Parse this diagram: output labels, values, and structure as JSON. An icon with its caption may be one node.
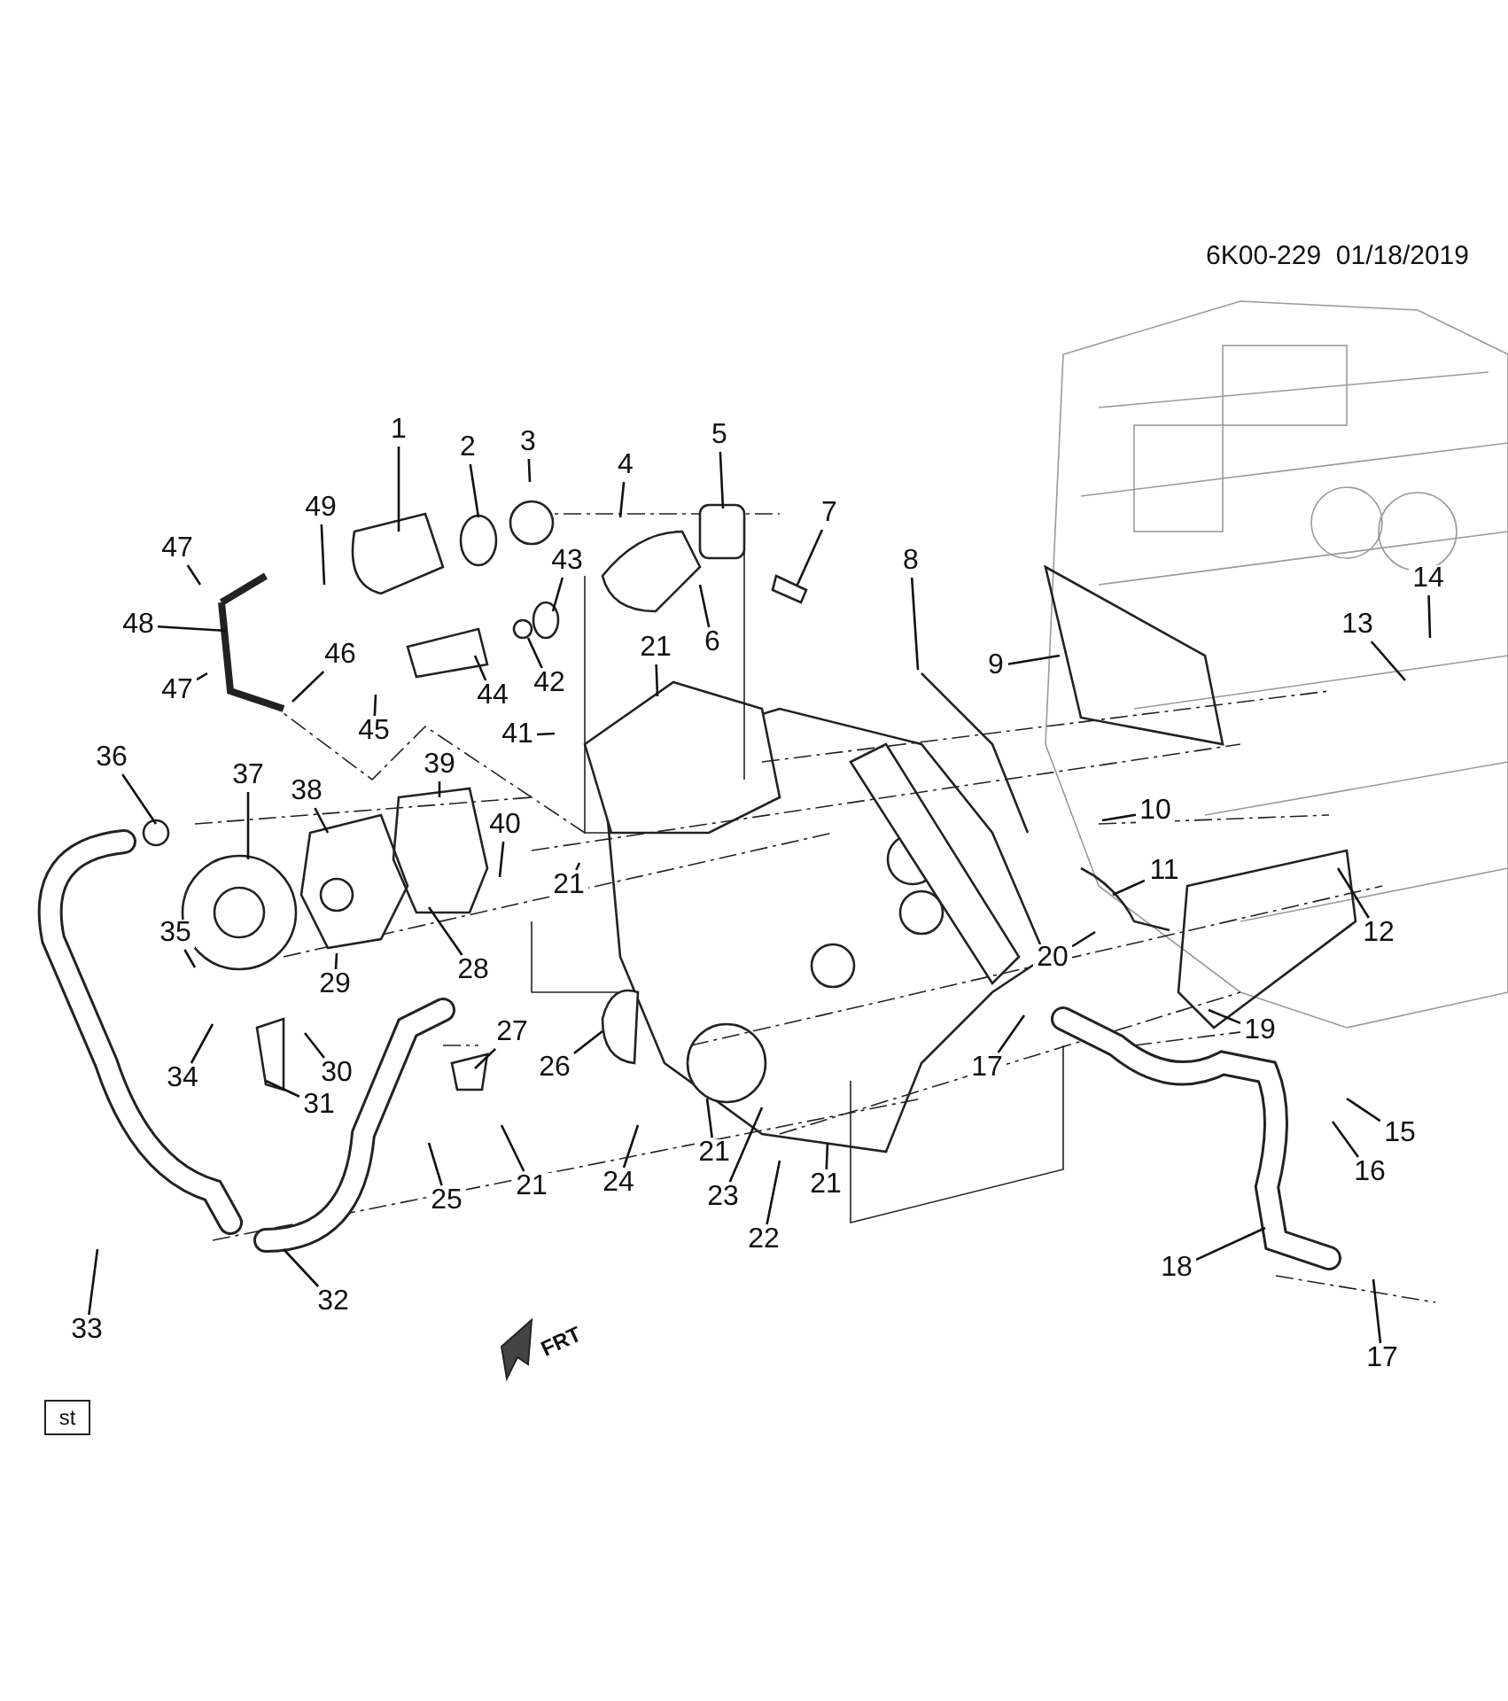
{
  "diagram": {
    "nodes": [
      {
        "text": [
          "1"
        ]
      },
      {
        "text": [
          "2"
        ]
      },
      {
        "text": [
          "3"
        ]
      },
      {
        "text": [
          "4"
        ]
      },
      {
        "text": [
          "5"
        ]
      },
      {
        "text": [
          "6"
        ]
      },
      {
        "text": [
          "7"
        ]
      },
      {
        "text": [
          "8"
        ]
      },
      {
        "text": [
          "9"
        ]
      },
      {
        "text": [
          "10"
        ]
      },
      {
        "text": [
          "11"
        ]
      },
      {
        "text": [
          "12"
        ]
      },
      {
        "text": [
          "13"
        ]
      },
      {
        "text": [
          "14"
        ]
      },
      {
        "text": [
          "15"
        ]
      },
      {
        "text": [
          "16"
        ]
      },
      {
        "text": [
          "17"
        ]
      },
      {
        "text": [
          "17"
        ]
      },
      {
        "text": [
          "18"
        ]
      },
      {
        "text": [
          "19"
        ]
      },
      {
        "text": [
          "20"
        ]
      },
      {
        "text": [
          "21"
        ]
      },
      {
        "text": [
          "21"
        ]
      },
      {
        "text": [
          "21"
        ]
      },
      {
        "text": [
          "21"
        ]
      },
      {
        "text": [
          "21"
        ]
      },
      {
        "text": [
          "22"
        ]
      },
      {
        "text": [
          "23"
        ]
      },
      {
        "text": [
          "24"
        ]
      },
      {
        "text": [
          "25"
        ]
      },
      {
        "text": [
          "26"
        ]
      },
      {
        "text": [
          "27"
        ]
      },
      {
        "text": [
          "28"
        ]
      },
      {
        "text": [
          "29"
        ]
      },
      {
        "text": [
          "30"
        ]
      },
      {
        "text": [
          "31"
        ]
      },
      {
        "text": [
          "32"
        ]
      },
      {
        "text": [
          "33"
        ]
      },
      {
        "text": [
          "34"
        ]
      },
      {
        "text": [
          "35"
        ]
      },
      {
        "text": [
          "36"
        ]
      },
      {
        "text": [
          "37"
        ]
      },
      {
        "text": [
          "38"
        ]
      },
      {
        "text": [
          "39"
        ]
      },
      {
        "text": [
          "40"
        ]
      },
      {
        "text": [
          "41"
        ]
      },
      {
        "text": [
          "42"
        ]
      },
      {
        "text": [
          "43"
        ]
      },
      {
        "text": [
          "44"
        ]
      },
      {
        "text": [
          "45"
        ]
      },
      {
        "text": [
          "46"
        ]
      },
      {
        "text": [
          "47"
        ]
      },
      {
        "text": [
          "47"
        ]
      },
      {
        "text": [
          "48"
        ]
      },
      {
        "text": [
          "49"
        ]
      }
    ],
    "edges": [
      {
        "from": 0,
        "to": null,
        "arrow": "none"
      },
      {
        "from": 1,
        "to": null,
        "arrow": "none"
      },
      {
        "from": 2,
        "to": null,
        "arrow": "none"
      },
      {
        "from": 3,
        "to": null,
        "arrow": "none"
      },
      {
        "from": 4,
        "to": null,
        "arrow": "none"
      },
      {
        "from": 5,
        "to": null,
        "arrow": "none"
      },
      {
        "from": 6,
        "to": null,
        "arrow": "none"
      },
      {
        "from": 7,
        "to": null,
        "arrow": "none"
      },
      {
        "from": 8,
        "to": null,
        "arrow": "none"
      },
      {
        "from": 9,
        "to": null,
        "arrow": "none"
      },
      {
        "from": 10,
        "to": null,
        "arrow": "none"
      },
      {
        "from": 11,
        "to": null,
        "arrow": "none"
      },
      {
        "from": 12,
        "to": null,
        "arrow": "none"
      },
      {
        "from": 13,
        "to": null,
        "arrow": "none"
      },
      {
        "from": 14,
        "to": null,
        "arrow": "none"
      },
      {
        "from": 15,
        "to": null,
        "arrow": "none"
      },
      {
        "from": 16,
        "to": null,
        "arrow": "none"
      },
      {
        "from": 17,
        "to": null,
        "arrow": "none"
      },
      {
        "from": 18,
        "to": null,
        "arrow": "none"
      },
      {
        "from": 19,
        "to": null,
        "arrow": "none"
      },
      {
        "from": 20,
        "to": null,
        "arrow": "none"
      },
      {
        "from": 21,
        "to": null,
        "arrow": "none"
      },
      {
        "from": 22,
        "to": null,
        "arrow": "none"
      },
      {
        "from": 23,
        "to": null,
        "arrow": "none"
      },
      {
        "from": 24,
        "to": null,
        "arrow": "none"
      },
      {
        "from": 25,
        "to": null,
        "arrow": "none"
      },
      {
        "from": 26,
        "to": null,
        "arrow": "none"
      },
      {
        "from": 27,
        "to": null,
        "arrow": "none"
      },
      {
        "from": 28,
        "to": null,
        "arrow": "none"
      },
      {
        "from": 29,
        "to": null,
        "arrow": "none"
      },
      {
        "from": 30,
        "to": null,
        "arrow": "none"
      },
      {
        "from": 31,
        "to": null,
        "arrow": "none"
      },
      {
        "from": 32,
        "to": null,
        "arrow": "none"
      },
      {
        "from": 33,
        "to": null,
        "arrow": "none"
      },
      {
        "from": 34,
        "to": null,
        "arrow": "none"
      },
      {
        "from": 35,
        "to": null,
        "arrow": "none"
      },
      {
        "from": 36,
        "to": null,
        "arrow": "none"
      },
      {
        "from": 37,
        "to": null,
        "arrow": "none"
      },
      {
        "from": 38,
        "to": null,
        "arrow": "none"
      },
      {
        "from": 39,
        "to": null,
        "arrow": "none"
      },
      {
        "from": 40,
        "to": null,
        "arrow": "none"
      },
      {
        "from": 41,
        "to": null,
        "arrow": "none"
      },
      {
        "from": 42,
        "to": null,
        "arrow": "none"
      },
      {
        "from": 43,
        "to": null,
        "arrow": "none"
      },
      {
        "from": 44,
        "to": null,
        "arrow": "none"
      },
      {
        "from": 45,
        "to": null,
        "arrow": "none"
      },
      {
        "from": 46,
        "to": null,
        "arrow": "none"
      },
      {
        "from": 47,
        "to": null,
        "arrow": "none"
      },
      {
        "from": 48,
        "to": null,
        "arrow": "none"
      },
      {
        "from": 49,
        "to": null,
        "arrow": "none"
      },
      {
        "from": 50,
        "to": null,
        "arrow": "none"
      },
      {
        "from": 51,
        "to": null,
        "arrow": "none"
      },
      {
        "from": 52,
        "to": null,
        "arrow": "none"
      },
      {
        "from": 53,
        "to": null,
        "arrow": "none"
      },
      {
        "from": 54,
        "to": null,
        "arrow": "none"
      }
    ],
    "labels": [
      "6K00-229  01/18/2019",
      "FRT",
      "st"
    ]
  }
}
